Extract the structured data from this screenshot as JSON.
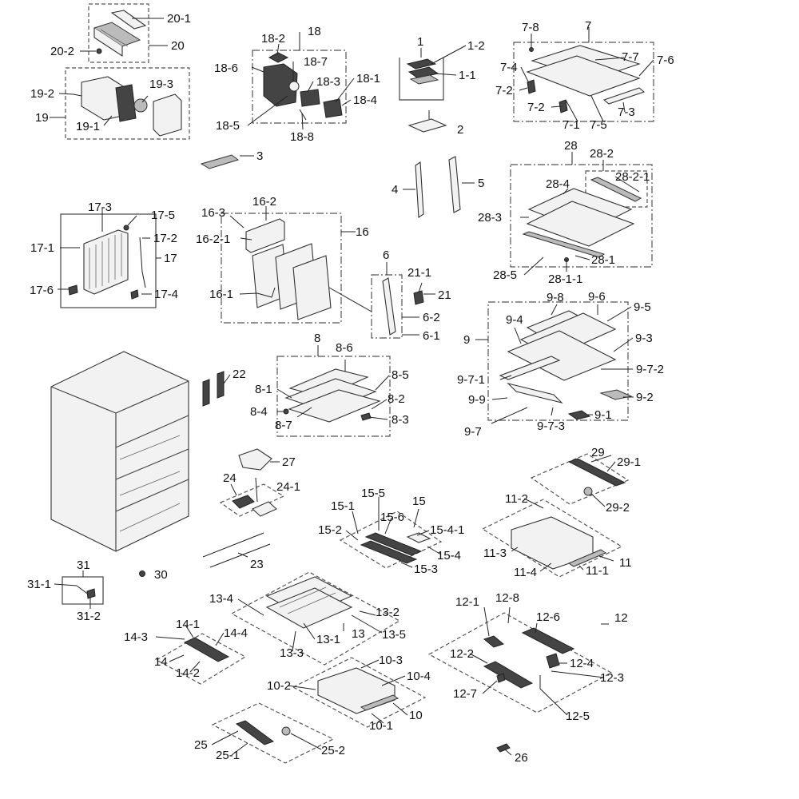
{
  "labels": [
    "20-1",
    "20",
    "20-2",
    "19-2",
    "19-3",
    "19",
    "19-1",
    "18",
    "18-2",
    "18-7",
    "18-6",
    "18-3",
    "18-1",
    "18-4",
    "18-5",
    "18-8",
    "1",
    "1-2",
    "1-1",
    "2",
    "7-8",
    "7",
    "7-4",
    "7-7",
    "7-6",
    "7-2",
    "7-2",
    "7-1",
    "7-5",
    "7-3",
    "3",
    "4",
    "5",
    "28",
    "28-2",
    "28-2-1",
    "28-4",
    "28-3",
    "28-1",
    "28-5",
    "28-1-1",
    "17-3",
    "17-5",
    "17-2",
    "17-1",
    "17",
    "17-6",
    "17-4",
    "16-2",
    "16-3",
    "16-2-1",
    "16",
    "16-1",
    "6",
    "21-1",
    "21",
    "6-2",
    "6-1",
    "9-8",
    "9-6",
    "9-5",
    "9-4",
    "9-3",
    "9",
    "9-7-1",
    "9-7-2",
    "9-9",
    "9-2",
    "9-1",
    "9-7-3",
    "9-7",
    "8",
    "8-6",
    "8-5",
    "8-1",
    "8-2",
    "8-4",
    "8-3",
    "8-7",
    "22",
    "27",
    "24",
    "24-1",
    "23",
    "29",
    "29-1",
    "29-2",
    "11-2",
    "11-3",
    "11",
    "11-4",
    "11-1",
    "15",
    "15-5",
    "15-1",
    "15-6",
    "15-4-1",
    "15-2",
    "15-4",
    "15-3",
    "31",
    "31-1",
    "31-2",
    "30",
    "13-4",
    "13-2",
    "13",
    "13-5",
    "13-1",
    "13-3",
    "14-1",
    "14-3",
    "14-4",
    "14",
    "14-2",
    "12-1",
    "12-8",
    "12-6",
    "12",
    "12-2",
    "12-4",
    "12-3",
    "12-7",
    "12-5",
    "10-3",
    "10-4",
    "10-2",
    "10",
    "10-1",
    "25",
    "25-1",
    "25-2",
    "26"
  ]
}
